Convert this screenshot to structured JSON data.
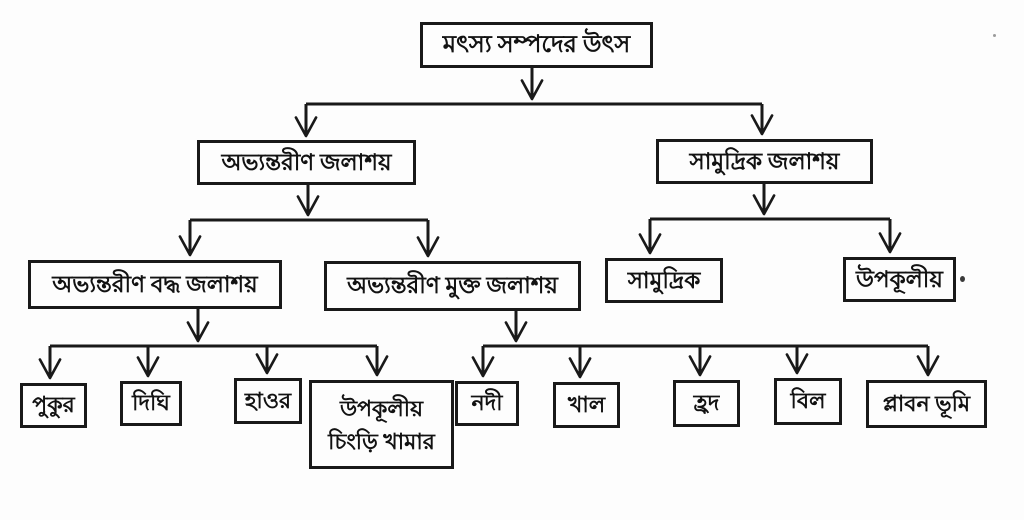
{
  "diagram": {
    "type": "tree",
    "language": "Bengali",
    "colors": {
      "line": "#191919",
      "background": "#fdfdfd",
      "box_border": "#191919"
    },
    "nodes": {
      "root": "মৎস্য সম্পদের উৎস",
      "internal": "অভ্যন্তরীণ জলাশয়",
      "marine": "সামুদ্রিক জলাশয়",
      "internal_closed": "অভ্যন্তরীণ বদ্ধ জলাশয়",
      "internal_open": "অভ্যন্তরীণ মুক্ত জলাশয়",
      "marine_sub": "সামুদ্রিক",
      "coastal": "উপকূলীয়",
      "pond": "পুকুর",
      "dighi": "দিঘি",
      "haor": "হাওর",
      "shrimp_farm_line1": "উপকূলীয়",
      "shrimp_farm_line2": "চিংড়ি খামার",
      "river": "নদী",
      "canal": "খাল",
      "lake": "হ্রদ",
      "beel": "বিল",
      "floodplain": "প্লাবন ভূমি"
    },
    "edges": [
      [
        "root",
        "internal"
      ],
      [
        "root",
        "marine"
      ],
      [
        "internal",
        "internal_closed"
      ],
      [
        "internal",
        "internal_open"
      ],
      [
        "marine",
        "marine_sub"
      ],
      [
        "marine",
        "coastal"
      ],
      [
        "internal_closed",
        "pond"
      ],
      [
        "internal_closed",
        "dighi"
      ],
      [
        "internal_closed",
        "haor"
      ],
      [
        "internal_closed",
        "shrimp_farm"
      ],
      [
        "internal_open",
        "river"
      ],
      [
        "internal_open",
        "canal"
      ],
      [
        "internal_open",
        "lake"
      ],
      [
        "internal_open",
        "beel"
      ],
      [
        "internal_open",
        "floodplain"
      ]
    ]
  }
}
